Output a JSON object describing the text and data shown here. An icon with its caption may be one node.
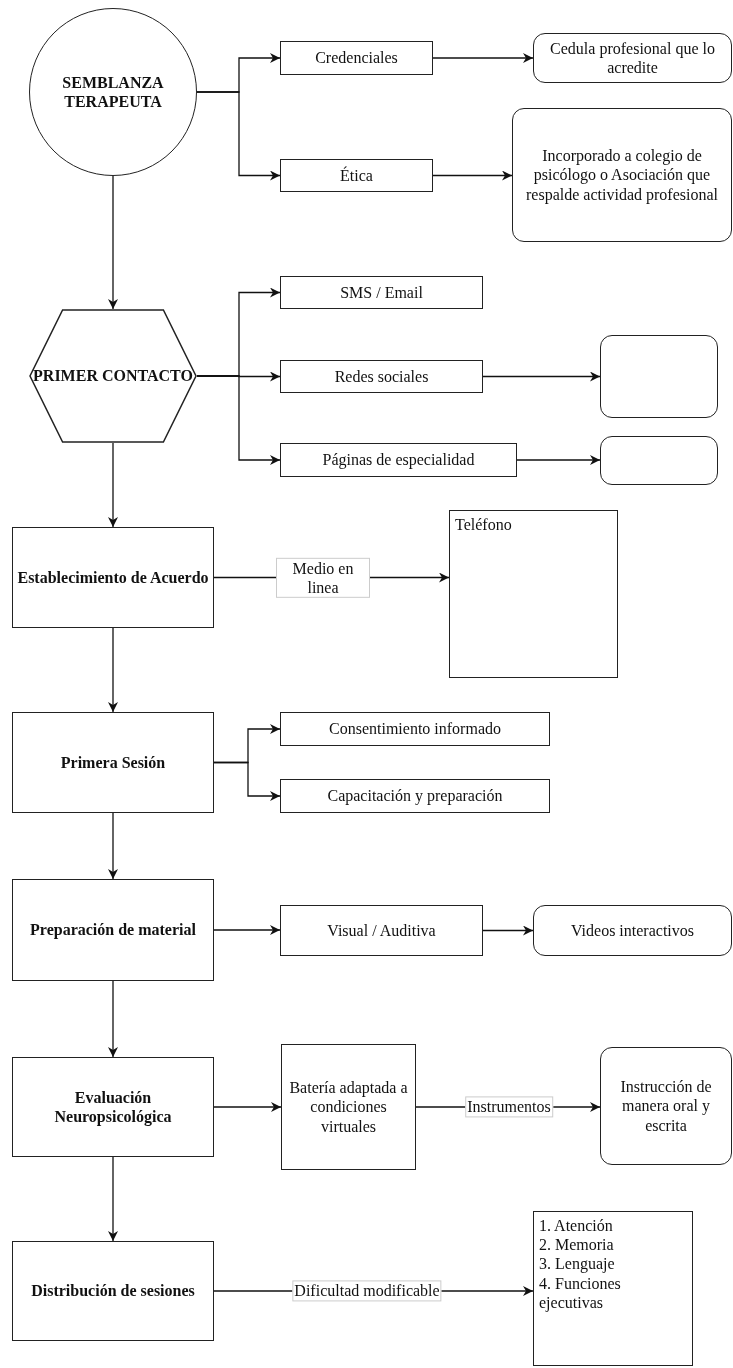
{
  "diagram": {
    "nodes": [
      {
        "text": [
          "SEMBLANZA TERAPEUTA"
        ]
      },
      {
        "text": [
          "Credenciales"
        ]
      },
      {
        "text": [
          "Cedula profesional que lo acredite"
        ]
      },
      {
        "text": [
          "Ética"
        ]
      },
      {
        "text": [
          "Incorporado a colegio de psicólogo o Asociación que respalde actividad profesional"
        ]
      },
      {
        "text": [
          "PRIMER CONTACTO"
        ]
      },
      {
        "text": [
          "SMS / Email"
        ]
      },
      {
        "text": [
          "Redes sociales"
        ]
      },
      {
        "text": [],
        "shape": "box"
      },
      {
        "text": [
          "Páginas de especialidad"
        ]
      },
      {
        "text": [],
        "shape": "box"
      },
      {
        "text": [
          "Establecimiento de Acuerdo"
        ]
      },
      {
        "text": [
          "Teléfono"
        ]
      },
      {
        "text": [
          "Primera Sesión"
        ]
      },
      {
        "text": [
          "Consentimiento informado"
        ]
      },
      {
        "text": [
          "Capacitación y preparación"
        ]
      },
      {
        "text": [
          "Preparación de material"
        ]
      },
      {
        "text": [
          "Visual / Auditiva"
        ]
      },
      {
        "text": [
          "Videos interactivos"
        ]
      },
      {
        "text": [
          "Evaluación Neuropsicológica"
        ]
      },
      {
        "text": [
          "Batería adaptada a condiciones virtuales"
        ]
      },
      {
        "text": [
          "Instrucción de manera oral y escrita"
        ]
      },
      {
        "text": [
          "Distribución de sesiones"
        ]
      },
      {
        "text": [
          "1. Atención",
          "2. Memoria",
          "3. Lenguaje",
          "4. Funciones ejecutivas"
        ]
      }
    ],
    "edges": [
      {
        "from": 0,
        "to": 1,
        "arrow": "to"
      },
      {
        "from": 0,
        "to": 3,
        "arrow": "to"
      },
      {
        "from": 1,
        "to": 2,
        "arrow": "to"
      },
      {
        "from": 3,
        "to": 4,
        "arrow": "to"
      },
      {
        "from": 0,
        "to": 5,
        "arrow": "to"
      },
      {
        "from": 5,
        "to": 6,
        "arrow": "to"
      },
      {
        "from": 5,
        "to": 7,
        "arrow": "to"
      },
      {
        "from": 5,
        "to": 9,
        "arrow": "to"
      },
      {
        "from": 7,
        "to": 8,
        "arrow": "to"
      },
      {
        "from": 9,
        "to": 10,
        "arrow": "to"
      },
      {
        "from": 5,
        "to": 11,
        "arrow": "to"
      },
      {
        "from": 11,
        "to": 12,
        "arrow": "to",
        "label": "Medio en linea"
      },
      {
        "from": 11,
        "to": 13,
        "arrow": "to"
      },
      {
        "from": 13,
        "to": 14,
        "arrow": "to"
      },
      {
        "from": 13,
        "to": 15,
        "arrow": "to"
      },
      {
        "from": 13,
        "to": 16,
        "arrow": "to"
      },
      {
        "from": 16,
        "to": 17,
        "arrow": "to"
      },
      {
        "from": 17,
        "to": 18,
        "arrow": "to"
      },
      {
        "from": 16,
        "to": 19,
        "arrow": "to"
      },
      {
        "from": 19,
        "to": 20,
        "arrow": "to"
      },
      {
        "from": 20,
        "to": 21,
        "arrow": "to",
        "label": "Instrumentos"
      },
      {
        "from": 19,
        "to": 22,
        "arrow": "to"
      },
      {
        "from": 22,
        "to": 23,
        "arrow": "to",
        "label": "Dificultad modificable"
      }
    ]
  }
}
